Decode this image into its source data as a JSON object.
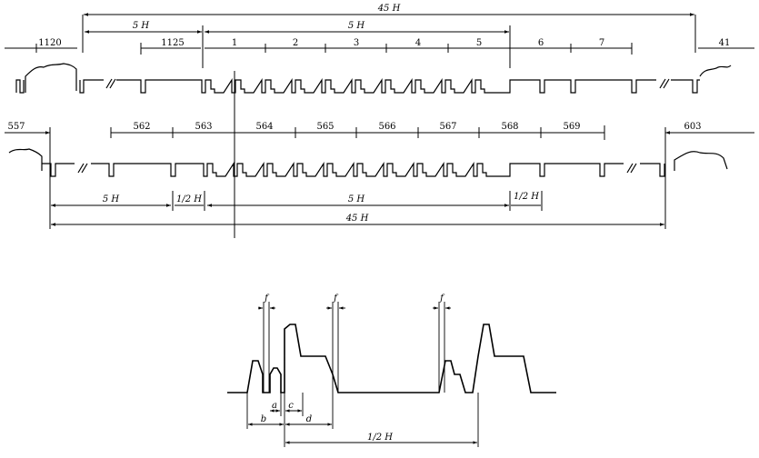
{
  "field1": {
    "dim_45H": "45 H",
    "dim_5H_left": "5 H",
    "dim_5H_right": "5 H",
    "lines": [
      "1120",
      "1125",
      "1",
      "2",
      "3",
      "4",
      "5",
      "6",
      "7",
      "41"
    ]
  },
  "field2": {
    "lines": [
      "557",
      "562",
      "563",
      "564",
      "565",
      "566",
      "567",
      "568",
      "569",
      "603"
    ],
    "dim_5H_left": "5 H",
    "dim_half_left": "1/2 H",
    "dim_5H_right": "5 H",
    "dim_half_right": "1/2 H",
    "dim_45H": "45 H"
  },
  "detail": {
    "f_labels": [
      "f",
      "f",
      "f"
    ],
    "a": "a",
    "c": "c",
    "b": "b",
    "d": "d",
    "half_H": "1/2 H"
  }
}
